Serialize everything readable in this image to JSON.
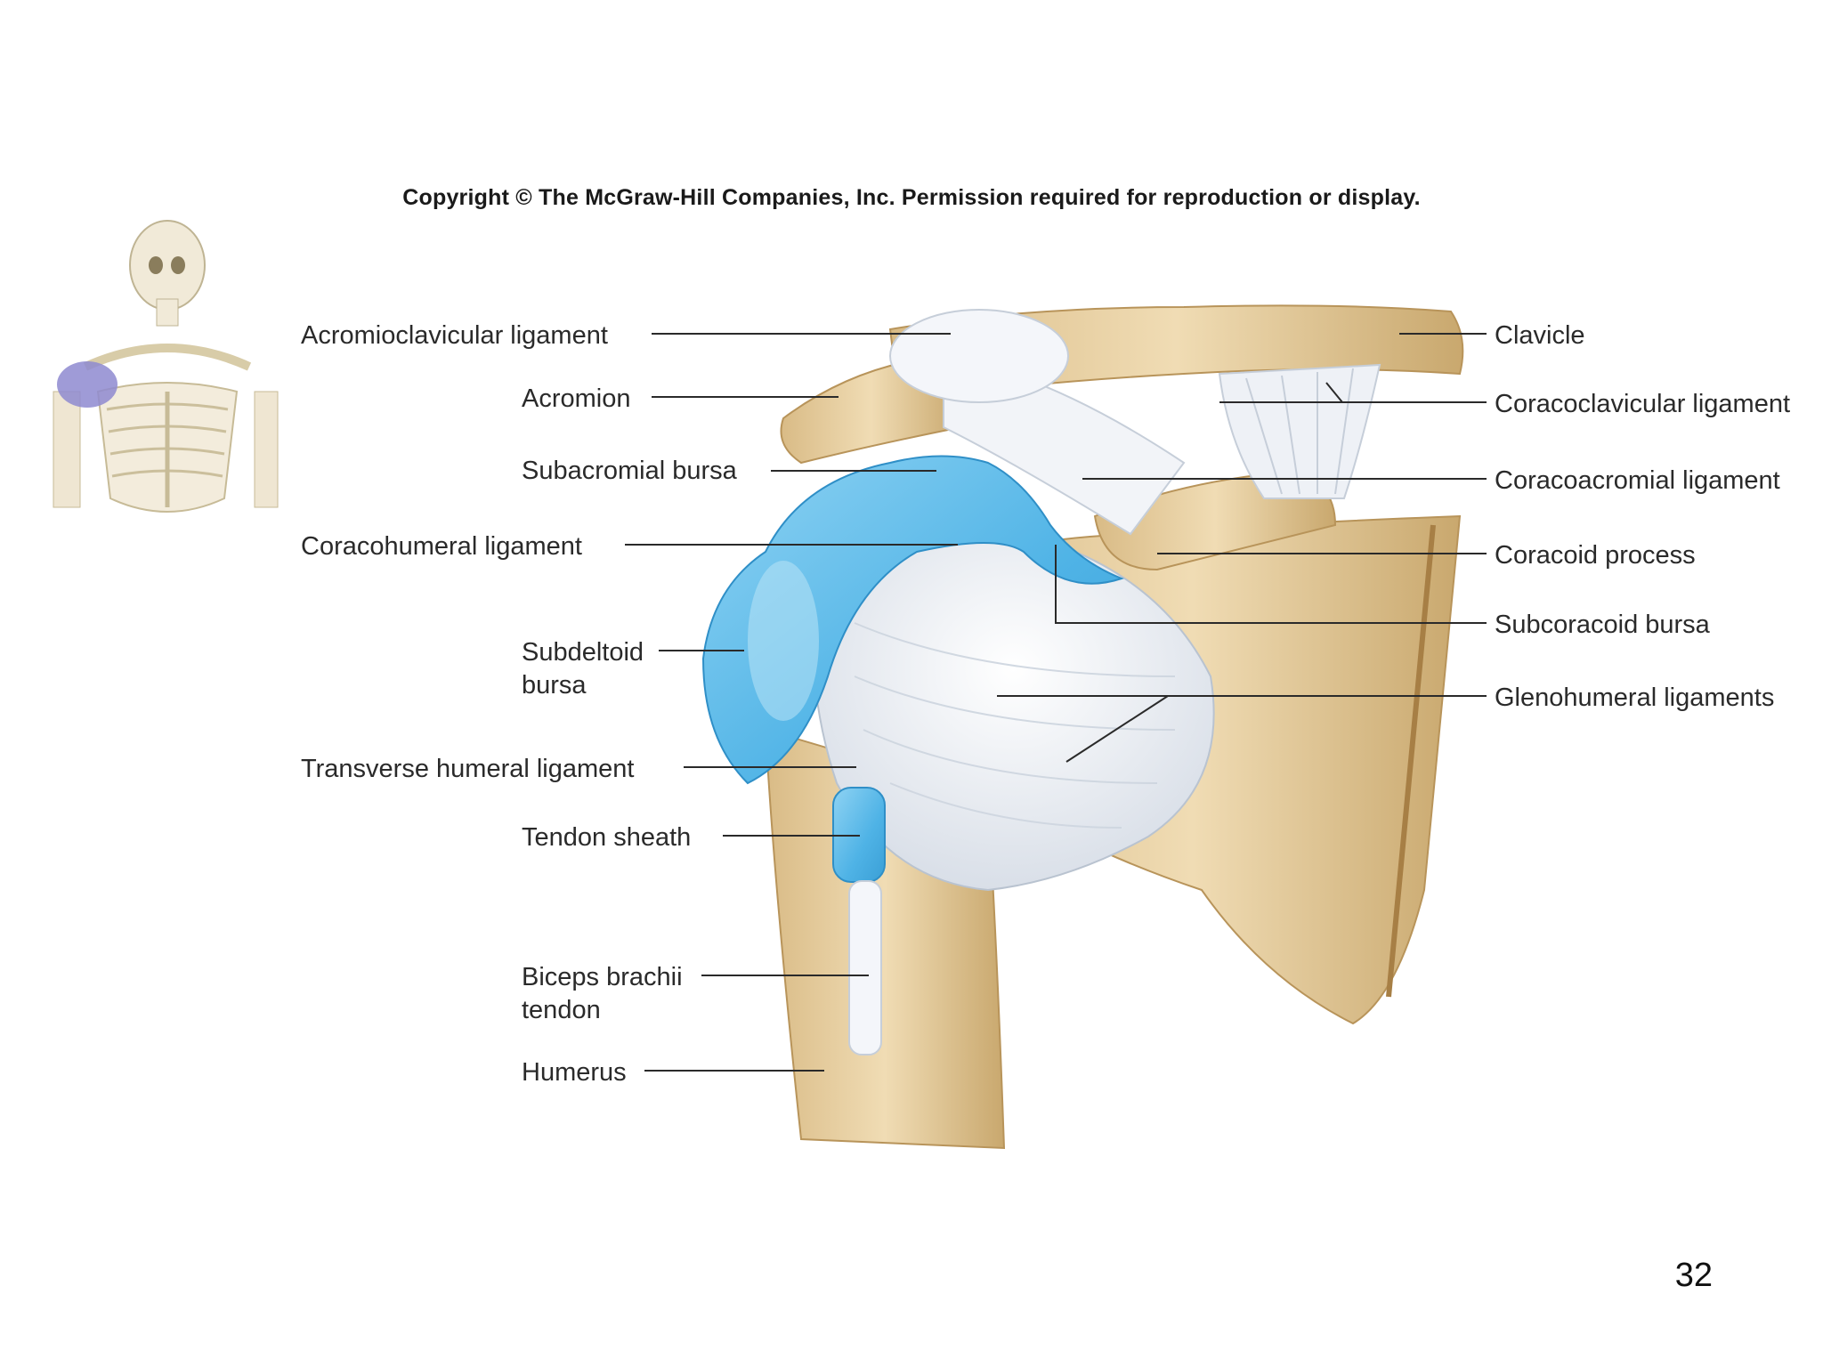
{
  "copyright": "Copyright © The McGraw-Hill Companies, Inc. Permission required for reproduction or display.",
  "slide_number": "32",
  "labels": {
    "acromioclavicular_ligament": "Acromioclavicular ligament",
    "acromion": "Acromion",
    "subacromial_bursa": "Subacromial bursa",
    "coracohumeral_ligament": "Coracohumeral ligament",
    "subdeltoid_bursa_line1": "Subdeltoid",
    "subdeltoid_bursa_line2": "bursa",
    "transverse_humeral_ligament": "Transverse humeral ligament",
    "tendon_sheath": "Tendon sheath",
    "biceps_brachii_tendon_line1": "Biceps brachii",
    "biceps_brachii_tendon_line2": "tendon",
    "humerus": "Humerus",
    "clavicle": "Clavicle",
    "coracoclavicular_ligament": "Coracoclavicular ligament",
    "coracoacromial_ligament": "Coracoacromial ligament",
    "coracoid_process": "Coracoid process",
    "subcoracoid_bursa": "Subcoracoid bursa",
    "glenohumeral_ligaments": "Glenohumeral ligaments"
  },
  "colors": {
    "bone": "#e6cfa0",
    "bone_shadow": "#c9a86e",
    "bursa": "#5bbde8",
    "bursa_light": "#a9dcf4",
    "ligament": "#eef1f6",
    "highlight": "#8e8ad0"
  }
}
